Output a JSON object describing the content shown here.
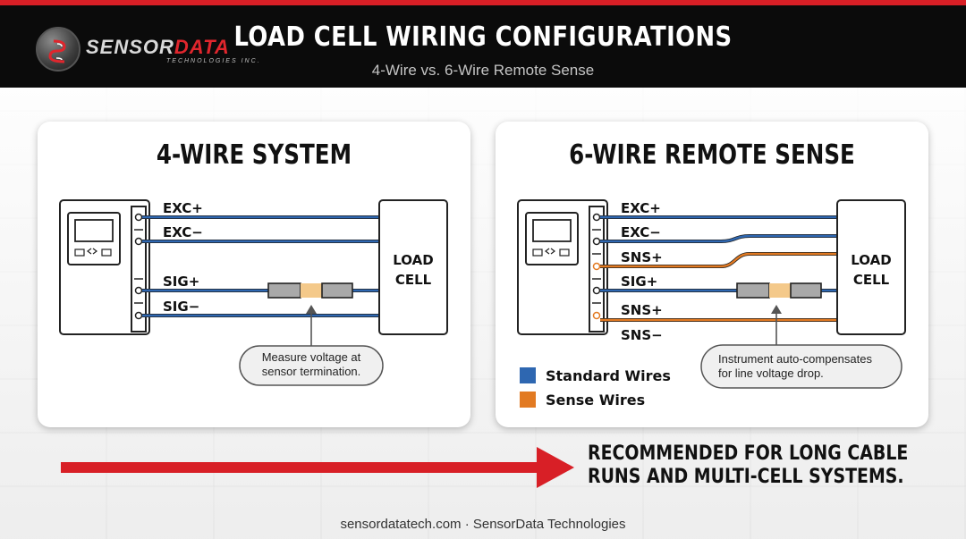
{
  "brand": {
    "name_part1": "SENSOR",
    "name_part2": "DATA",
    "tagline": "TECHNOLOGIES INC."
  },
  "header": {
    "title": "LOAD CELL WIRING CONFIGURATIONS",
    "subtitle": "4-Wire vs. 6-Wire Remote Sense"
  },
  "panels": [
    {
      "title": "4-WIRE SYSTEM",
      "wires": [
        "EXC+",
        "EXC−",
        "SIG+",
        "SIG−"
      ],
      "load_cell_label": [
        "LOAD",
        "CELL"
      ],
      "callout": [
        "Measure voltage at",
        "sensor termination."
      ]
    },
    {
      "title": "6-WIRE REMOTE SENSE",
      "wires": [
        "EXC+",
        "EXC−",
        "SNS+",
        "SIG+",
        "SNS+",
        "SNS−"
      ],
      "load_cell_label": [
        "LOAD",
        "CELL"
      ],
      "callout": [
        "Instrument auto-compensates",
        "for line voltage drop."
      ],
      "legend": [
        {
          "label": "Standard Wires",
          "color": "#2e67b1"
        },
        {
          "label": "Sense Wires",
          "color": "#e27a22"
        }
      ]
    }
  ],
  "colors": {
    "standard_wire": "#2e67b1",
    "sense_wire": "#e27a22",
    "accent_red": "#d81f26"
  },
  "recommendation": [
    "RECOMMENDED FOR LONG CABLE",
    "RUNS AND MULTI-CELL SYSTEMS."
  ],
  "footer": "sensordatatech.com · SensorData Technologies"
}
